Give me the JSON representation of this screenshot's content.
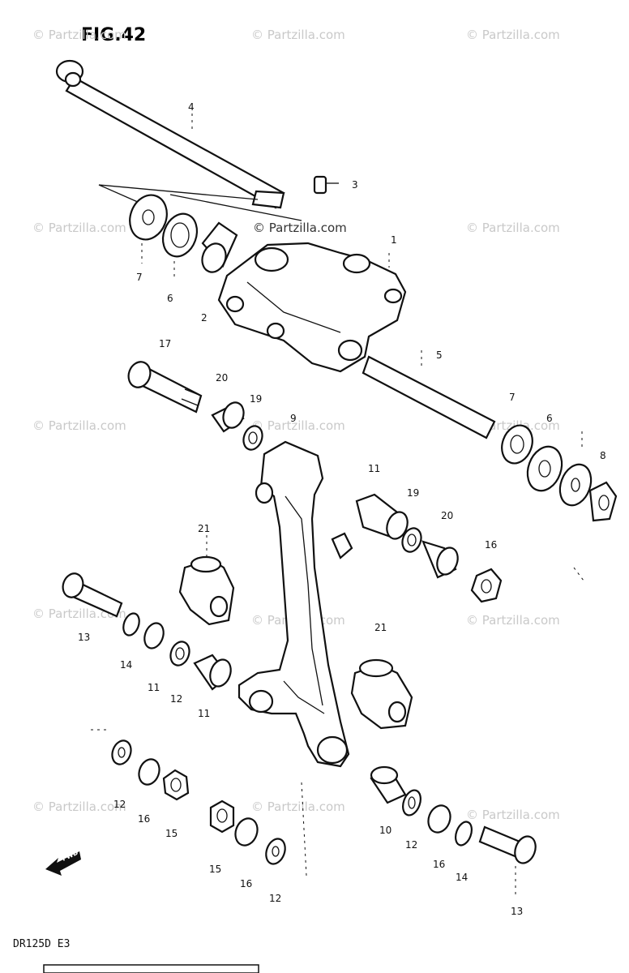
{
  "figure": {
    "title": "FIG.42",
    "model": "DR125D E3"
  },
  "watermark": {
    "text": "© Partzilla.com"
  },
  "fwd_label": "FWD",
  "callouts": {
    "c4": "4",
    "c3": "3",
    "c1": "1",
    "c7a": "7",
    "c6a": "6",
    "c2": "2",
    "c5": "5",
    "c17": "17",
    "c20a": "20",
    "c19a": "19",
    "c9": "9",
    "c7b": "7",
    "c6b": "6",
    "c8": "8",
    "c11a": "11",
    "c19b": "19",
    "c20b": "20",
    "c21a": "21",
    "c16a": "16",
    "c13a": "13",
    "c14a": "14",
    "c11b": "11",
    "c12a": "12",
    "c11c": "11",
    "c21b": "21",
    "c12b": "12",
    "c16b": "16",
    "c15a": "15",
    "c15b": "15",
    "c16c": "16",
    "c12c": "12",
    "c10": "10",
    "c12d": "12",
    "c16d": "16",
    "c14b": "14",
    "c13b": "13"
  }
}
